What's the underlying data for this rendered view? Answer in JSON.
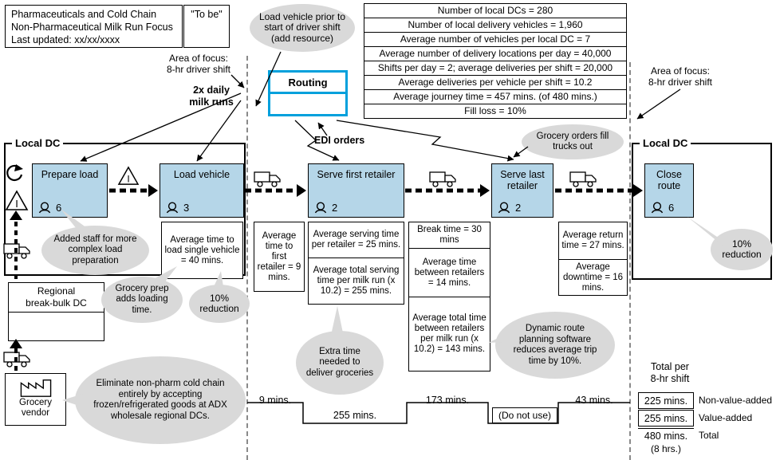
{
  "title_block": {
    "line1": "Pharmaceuticals and Cold Chain",
    "line2": "Non-Pharmaceutical Milk Run Focus",
    "line3": "Last updated: xx/xx/xxxx",
    "state": "\"To be\""
  },
  "stats": [
    "Number of local DCs = 280",
    "Number of local delivery vehicles = 1,960",
    "Average number of vehicles per local DC = 7",
    "Average number of delivery locations per day = 40,000",
    "Shifts per day = 2; average deliveries per shift = 20,000",
    "Average deliveries per vehicle per shift = 10.2",
    "Average journey time = 457 mins. (of 480 mins.)",
    "Fill loss = 10%"
  ],
  "labels": {
    "area_focus_left": "Area of focus:\n8-hr driver shift",
    "area_focus_right": "Area of focus:\n8-hr driver shift",
    "milk_runs": "2x daily\nmilk runs",
    "routing": "Routing",
    "edi_orders": "EDI orders",
    "local_dc_left": "Local DC",
    "local_dc_right": "Local DC",
    "regional_dc": "Regional\nbreak-bulk DC",
    "grocery_vendor": "Grocery\nvendor"
  },
  "processes": {
    "prepare_load": {
      "label": "Prepare load",
      "operators": "6"
    },
    "load_vehicle": {
      "label": "Load vehicle",
      "operators": "3"
    },
    "serve_first": {
      "label": "Serve first retailer",
      "operators": "2"
    },
    "serve_last": {
      "label": "Serve last\nretailer",
      "operators": "2"
    },
    "close_route": {
      "label": "Close\nroute",
      "operators": "6"
    }
  },
  "data_boxes": {
    "load_time": "Average time to load single vehicle = 40 mins.",
    "time_to_first": "Average time to first retailer = 9 mins.",
    "serve_per_retailer": "Average serving time per retailer = 25 mins.",
    "serve_total": "Average total serving time per milk run (x 10.2) = 255 mins.",
    "break_time": "Break time = 30 mins",
    "between_retailers": "Average time between retailers = 14 mins.",
    "between_total": "Average total time between retailers per milk run (x 10.2) = 143 mins.",
    "return_time": "Average return time = 27 mins.",
    "downtime": "Average downtime = 16 mins."
  },
  "bubbles": {
    "load_prior": "Load vehicle prior to start of driver shift (add resource)",
    "added_staff": "Added staff for more complex load preparation",
    "grocery_prep": "Grocery prep adds loading time.",
    "reduction_left": "10% reduction",
    "grocery_orders": "Grocery orders fill trucks out",
    "extra_time": "Extra time needed to deliver groceries",
    "dynamic_route": "Dynamic route planning software reduces average trip time by 10%.",
    "eliminate_cold_chain": "Eliminate non-pharm cold chain entirely by accepting frozen/refrigerated goods at ADX wholesale regional DCs.",
    "reduction_right": "10% reduction"
  },
  "timeline": {
    "nva1": "9 mins.",
    "va1": "255 mins.",
    "nva2": "173 mins.",
    "do_not_use": "(Do not use)",
    "nva3": "43 mins.",
    "totals_title": "Total per\n8-hr shift",
    "nva_total": "225 mins.",
    "nva_label": "Non-value-added",
    "va_total": "255 mins.",
    "va_label": "Value-added",
    "grand_total": "480 mins.",
    "grand_label": "Total",
    "grand_sub": "(8 hrs.)"
  },
  "icons": {
    "inventory_label": "I"
  },
  "colors": {
    "process_fill": "#b5d6e8",
    "routing_border": "#00a0dc",
    "bubble_fill": "#d9d9d9",
    "separator": "#8a8a8a"
  }
}
